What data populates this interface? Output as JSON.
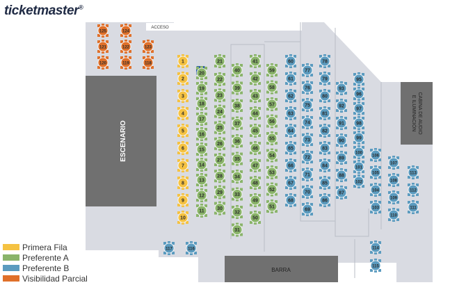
{
  "brand": {
    "name": "ticketmaster",
    "mark": "®"
  },
  "labels": {
    "stage": "ESCENARIO",
    "entrance": "ACCESO",
    "bar": "BARRA",
    "booth_line1": "CABINA DE AUDIO",
    "booth_line2": "E ILUMINACIÓN"
  },
  "colors": {
    "primera": "#f5c242",
    "preferenteA": "#8ab46a",
    "preferenteB": "#5b9bbf",
    "visibilidad": "#e0702a",
    "floor": "#d9dbe2",
    "block": "#707070"
  },
  "legend": [
    {
      "label": "Primera Fila",
      "category": "primera"
    },
    {
      "label": "Preferente A",
      "category": "preferenteA"
    },
    {
      "label": "Preferente B",
      "category": "preferenteB"
    },
    {
      "label": "Visibilidad Parcial",
      "category": "visibilidad"
    }
  ],
  "tables": [
    {
      "n": "125",
      "c": "visibilidad"
    },
    {
      "n": "124",
      "c": "visibilidad"
    },
    {
      "n": "121",
      "c": "visibilidad"
    },
    {
      "n": "122",
      "c": "visibilidad"
    },
    {
      "n": "123",
      "c": "visibilidad"
    },
    {
      "n": "120",
      "c": "visibilidad"
    },
    {
      "n": "119",
      "c": "visibilidad"
    },
    {
      "n": "118",
      "c": "visibilidad"
    },
    {
      "n": "1",
      "c": "primera"
    },
    {
      "n": "2",
      "c": "primera"
    },
    {
      "n": "3",
      "c": "primera"
    },
    {
      "n": "4",
      "c": "primera"
    },
    {
      "n": "5",
      "c": "primera"
    },
    {
      "n": "6",
      "c": "primera"
    },
    {
      "n": "7",
      "c": "primera"
    },
    {
      "n": "8",
      "c": "primera"
    },
    {
      "n": "9",
      "c": "primera"
    },
    {
      "n": "10",
      "c": "primera"
    },
    {
      "n": "21",
      "c": "preferenteA"
    },
    {
      "n": "20",
      "c": "preferenteA"
    },
    {
      "n": "19",
      "c": "preferenteA"
    },
    {
      "n": "18",
      "c": "preferenteA"
    },
    {
      "n": "17",
      "c": "preferenteA"
    },
    {
      "n": "16",
      "c": "preferenteA"
    },
    {
      "n": "15",
      "c": "preferenteA"
    },
    {
      "n": "14",
      "c": "preferenteA"
    },
    {
      "n": "13",
      "c": "preferenteA"
    },
    {
      "n": "12",
      "c": "preferenteA"
    },
    {
      "n": "11",
      "c": "preferenteA"
    },
    {
      "n": "22",
      "c": "preferenteA"
    },
    {
      "n": "23",
      "c": "preferenteA"
    },
    {
      "n": "24",
      "c": "preferenteA"
    },
    {
      "n": "25",
      "c": "preferenteA"
    },
    {
      "n": "26",
      "c": "preferenteA"
    },
    {
      "n": "27",
      "c": "preferenteA"
    },
    {
      "n": "28",
      "c": "preferenteA"
    },
    {
      "n": "29",
      "c": "preferenteA"
    },
    {
      "n": "30",
      "c": "preferenteA"
    },
    {
      "n": "40",
      "c": "preferenteA"
    },
    {
      "n": "39",
      "c": "preferenteA"
    },
    {
      "n": "38",
      "c": "preferenteA"
    },
    {
      "n": "37",
      "c": "preferenteA"
    },
    {
      "n": "36",
      "c": "preferenteA"
    },
    {
      "n": "35",
      "c": "preferenteA"
    },
    {
      "n": "34",
      "c": "preferenteA"
    },
    {
      "n": "33",
      "c": "preferenteA"
    },
    {
      "n": "32",
      "c": "preferenteA"
    },
    {
      "n": "31",
      "c": "preferenteA"
    },
    {
      "n": "41",
      "c": "preferenteA"
    },
    {
      "n": "42",
      "c": "preferenteA"
    },
    {
      "n": "43",
      "c": "preferenteA"
    },
    {
      "n": "44",
      "c": "preferenteA"
    },
    {
      "n": "45",
      "c": "preferenteA"
    },
    {
      "n": "46",
      "c": "preferenteA"
    },
    {
      "n": "47",
      "c": "preferenteA"
    },
    {
      "n": "48",
      "c": "preferenteA"
    },
    {
      "n": "49",
      "c": "preferenteA"
    },
    {
      "n": "50",
      "c": "preferenteA"
    },
    {
      "n": "59",
      "c": "preferenteA"
    },
    {
      "n": "58",
      "c": "preferenteA"
    },
    {
      "n": "57",
      "c": "preferenteA"
    },
    {
      "n": "56",
      "c": "preferenteA"
    },
    {
      "n": "55",
      "c": "preferenteA"
    },
    {
      "n": "54",
      "c": "preferenteA"
    },
    {
      "n": "53",
      "c": "preferenteA"
    },
    {
      "n": "52",
      "c": "preferenteA"
    },
    {
      "n": "51",
      "c": "preferenteA"
    },
    {
      "n": "60",
      "c": "preferenteB"
    },
    {
      "n": "61",
      "c": "preferenteB"
    },
    {
      "n": "62",
      "c": "preferenteB"
    },
    {
      "n": "63",
      "c": "preferenteB"
    },
    {
      "n": "64",
      "c": "preferenteB"
    },
    {
      "n": "65",
      "c": "preferenteB"
    },
    {
      "n": "66",
      "c": "preferenteB"
    },
    {
      "n": "67",
      "c": "preferenteB"
    },
    {
      "n": "68",
      "c": "preferenteB"
    },
    {
      "n": "77",
      "c": "preferenteB"
    },
    {
      "n": "76",
      "c": "preferenteB"
    },
    {
      "n": "75",
      "c": "preferenteB"
    },
    {
      "n": "74",
      "c": "preferenteB"
    },
    {
      "n": "73",
      "c": "preferenteB"
    },
    {
      "n": "72",
      "c": "preferenteB"
    },
    {
      "n": "71",
      "c": "preferenteB"
    },
    {
      "n": "70",
      "c": "preferenteB"
    },
    {
      "n": "69",
      "c": "preferenteB"
    },
    {
      "n": "78",
      "c": "preferenteB"
    },
    {
      "n": "79",
      "c": "preferenteB"
    },
    {
      "n": "80",
      "c": "preferenteB"
    },
    {
      "n": "81",
      "c": "preferenteB"
    },
    {
      "n": "82",
      "c": "preferenteB"
    },
    {
      "n": "83",
      "c": "preferenteB"
    },
    {
      "n": "84",
      "c": "preferenteB"
    },
    {
      "n": "85",
      "c": "preferenteB"
    },
    {
      "n": "86",
      "c": "preferenteB"
    },
    {
      "n": "93",
      "c": "preferenteB"
    },
    {
      "n": "92",
      "c": "preferenteB"
    },
    {
      "n": "91",
      "c": "preferenteB"
    },
    {
      "n": "90",
      "c": "preferenteB"
    },
    {
      "n": "89",
      "c": "preferenteB"
    },
    {
      "n": "88",
      "c": "preferenteB"
    },
    {
      "n": "87",
      "c": "preferenteB"
    },
    {
      "n": "95",
      "c": "preferenteB"
    },
    {
      "n": "96",
      "c": "preferenteB"
    },
    {
      "n": "97",
      "c": "preferenteB"
    },
    {
      "n": "98",
      "c": "preferenteB"
    },
    {
      "n": "99",
      "c": "preferenteB"
    },
    {
      "n": "100",
      "c": "preferenteB"
    },
    {
      "n": "101",
      "c": "preferenteB"
    },
    {
      "n": "102",
      "c": "preferenteB"
    },
    {
      "n": "106",
      "c": "preferenteB"
    },
    {
      "n": "105",
      "c": "preferenteB"
    },
    {
      "n": "104",
      "c": "preferenteB"
    },
    {
      "n": "103",
      "c": "preferenteB"
    },
    {
      "n": "107",
      "c": "preferenteB"
    },
    {
      "n": "108",
      "c": "preferenteB"
    },
    {
      "n": "109",
      "c": "preferenteB"
    },
    {
      "n": "110",
      "c": "preferenteB"
    },
    {
      "n": "113",
      "c": "preferenteB"
    },
    {
      "n": "112",
      "c": "preferenteB"
    },
    {
      "n": "111",
      "c": "preferenteB"
    },
    {
      "n": "114",
      "c": "preferenteB"
    },
    {
      "n": "115",
      "c": "preferenteB"
    },
    {
      "n": "117",
      "c": "preferenteB"
    },
    {
      "n": "116",
      "c": "preferenteB"
    }
  ],
  "accessibility": {
    "icon": "wheelchair-icon"
  }
}
